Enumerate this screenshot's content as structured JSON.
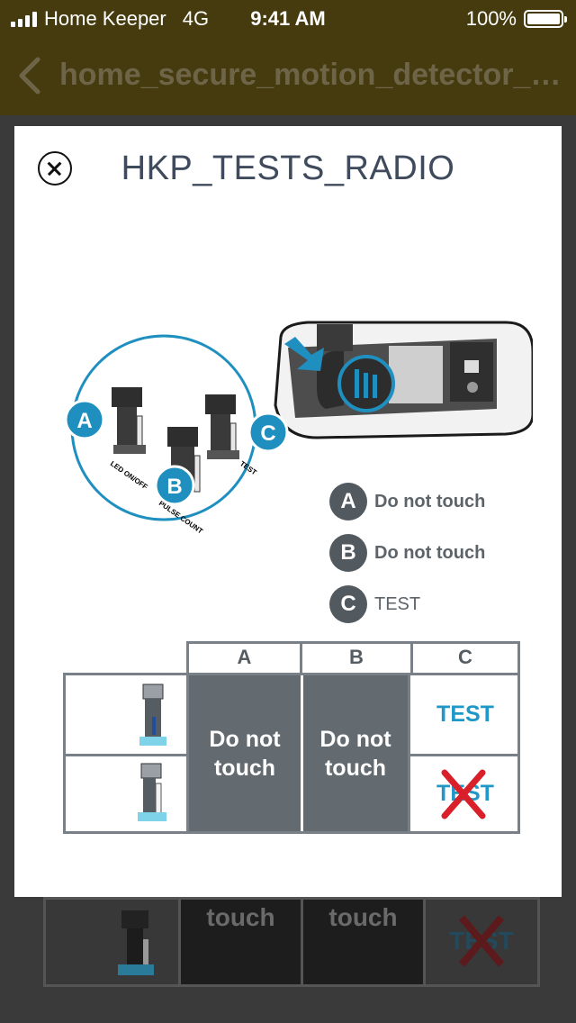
{
  "status_bar": {
    "carrier": "Home Keeper",
    "network": "4G",
    "time": "9:41 AM",
    "battery": "100%",
    "battery_level": 1.0
  },
  "nav": {
    "title": "home_secure_motion_detector_h..."
  },
  "background": {
    "cell_b_text": "touch",
    "cell_c_text": "touch",
    "cell_d_text": "TEST"
  },
  "modal": {
    "title": "HKP_TESTS_RADIO"
  },
  "diagram": {
    "callouts": [
      {
        "letter": "A",
        "label": "LED ON/OFF"
      },
      {
        "letter": "B",
        "label": "PULSE COUNT"
      },
      {
        "letter": "C",
        "label": "TEST"
      }
    ]
  },
  "legend": {
    "items": [
      {
        "letter": "A",
        "text": "Do not touch"
      },
      {
        "letter": "B",
        "text": "Do not touch"
      },
      {
        "letter": "C",
        "text": "TEST"
      }
    ]
  },
  "table": {
    "headers": [
      "A",
      "B",
      "C"
    ],
    "col_a_text": "Do not touch",
    "col_b_text": "Do not touch",
    "row1_c": "TEST",
    "row2_c": "TEST"
  },
  "colors": {
    "brand_bar": "#463b0f",
    "callout_blue": "#1f8fc0",
    "gray_block": "#646b70",
    "strike_red": "#d81f2a"
  }
}
